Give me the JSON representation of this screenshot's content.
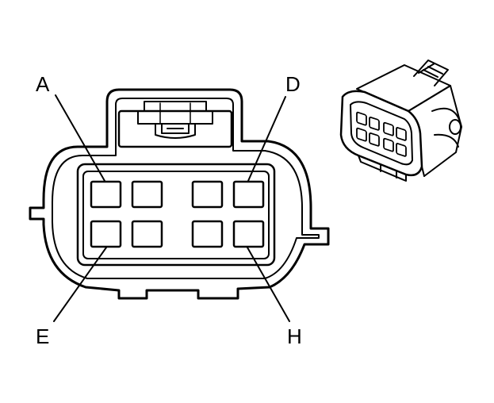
{
  "diagram": {
    "labels": {
      "a": "A",
      "d": "D",
      "e": "E",
      "h": "H"
    },
    "cavity_rows": 2,
    "cavity_cols": 4,
    "colors": {
      "stroke": "#000000",
      "background": "#ffffff"
    },
    "icons": {
      "main_view": "connector-face-view-icon",
      "iso_view": "connector-isometric-icon"
    }
  }
}
